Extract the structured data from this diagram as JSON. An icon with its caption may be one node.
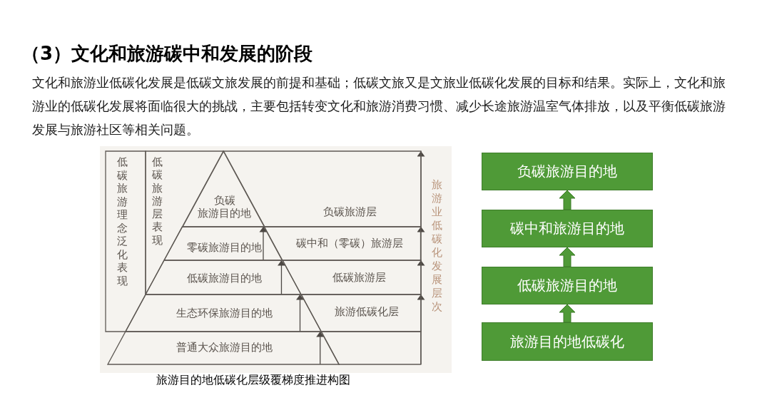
{
  "diagram": {
    "title": "（3）文化和旅游碳中和发展的阶段",
    "caption": "旅游目的地低碳化层级覆梯度推进构图",
    "nodes": [
      {
        "text": [
          "低碳旅游理念泛化表现"
        ]
      },
      {
        "text": [
          "低碳旅游层表现"
        ]
      },
      {
        "text": [
          "负碳旅游目的地"
        ]
      },
      {
        "text": [
          "零碳旅游目的地"
        ]
      },
      {
        "text": [
          "低碳旅游目的地"
        ]
      },
      {
        "text": [
          "生态环保旅游目的地"
        ]
      },
      {
        "text": [
          "普通大众旅游目的地"
        ]
      },
      {
        "text": [
          "负碳旅游层"
        ]
      },
      {
        "text": [
          "碳中和（零碳）旅游层"
        ]
      },
      {
        "text": [
          "低碳旅游层"
        ]
      },
      {
        "text": [
          "旅游低碳化层"
        ]
      },
      {
        "text": [],
        "shape": "box"
      },
      {
        "text": [
          "负碳旅游目的地"
        ]
      },
      {
        "text": [
          "碳中和旅游目的地"
        ]
      },
      {
        "text": [
          "低碳旅游目的地"
        ]
      },
      {
        "text": [
          "旅游目的地低碳化"
        ]
      }
    ],
    "edges": [
      {
        "from": 6,
        "to": 5,
        "arrow": "to"
      },
      {
        "from": 5,
        "to": 4,
        "arrow": "to"
      },
      {
        "from": 4,
        "to": 3,
        "arrow": "to"
      },
      {
        "from": 3,
        "to": 2,
        "arrow": "to"
      },
      {
        "from": 15,
        "to": 14,
        "arrow": "to",
        "style": "thick",
        "color": "#4f9a37"
      },
      {
        "from": 14,
        "to": 13,
        "arrow": "to",
        "style": "thick",
        "color": "#4f9a37"
      },
      {
        "from": 13,
        "to": 12,
        "arrow": "to",
        "style": "thick",
        "color": "#4f9a37"
      },
      {
        "from": 11,
        "to": 10,
        "arrow": "none"
      },
      {
        "from": 10,
        "to": 9,
        "arrow": "to"
      },
      {
        "from": 9,
        "to": 8,
        "arrow": "to"
      },
      {
        "from": 8,
        "to": 7,
        "arrow": "to"
      },
      {
        "from": 8,
        "to": 7,
        "arrow": "to"
      }
    ],
    "labels": [
      "文化和旅游业低碳化发展是低碳文旅发展的前提和基础；低碳文旅又是文旅业低碳化发展的目标和结果。实际上，文化和旅游业的低碳化发展将面临很大的挑战，主要包括转变文化和旅游消费习惯、减少长途旅游温室气体排放，以及平衡低碳旅游发展与旅游社区等相关问题。",
      "旅游业低碳化发展层次"
    ]
  }
}
